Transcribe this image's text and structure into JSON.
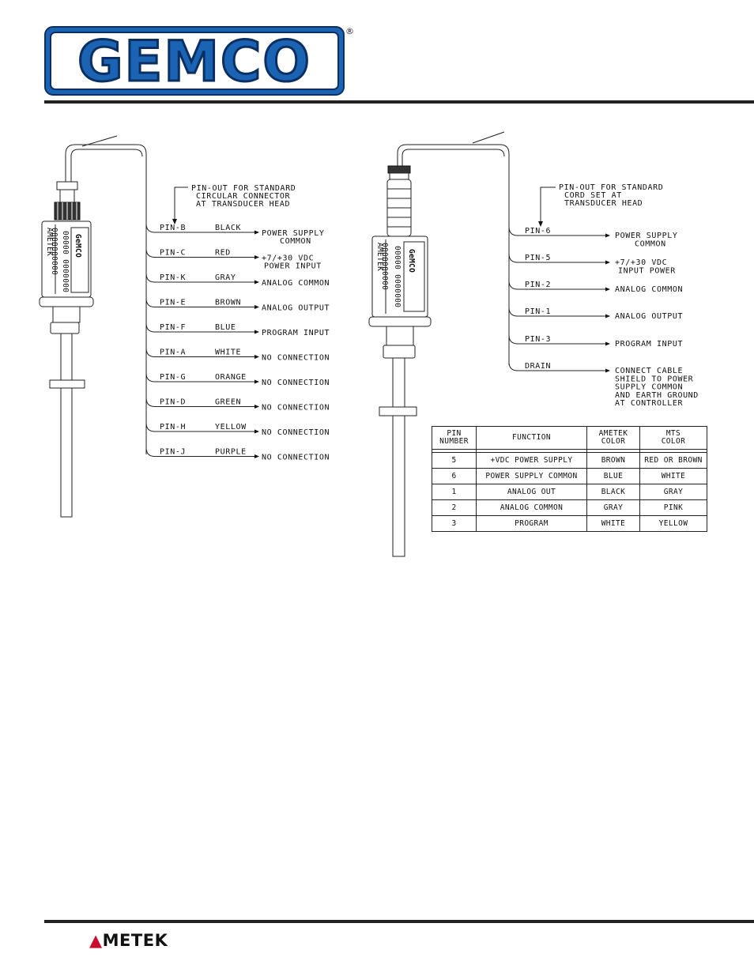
{
  "header": {
    "logo_text": "GEMCO",
    "registered_mark": "®"
  },
  "footer": {
    "brand": "METEK"
  },
  "left_diagram": {
    "title": [
      "PIN-OUT  FOR  STANDARD",
      "CIRCULAR  CONNECTOR",
      "AT  TRANSDUCER  HEAD"
    ],
    "rows": [
      {
        "pin": "PIN-B",
        "color": "BLACK",
        "function": [
          "POWER  SUPPLY",
          "COMMON"
        ]
      },
      {
        "pin": "PIN-C",
        "color": "RED",
        "function": [
          "+7/+30  VDC",
          "POWER  INPUT"
        ]
      },
      {
        "pin": "PIN-K",
        "color": "GRAY",
        "function": [
          "ANALOG  COMMON"
        ]
      },
      {
        "pin": "PIN-E",
        "color": "BROWN",
        "function": [
          "ANALOG  OUTPUT"
        ]
      },
      {
        "pin": "PIN-F",
        "color": "BLUE",
        "function": [
          "PROGRAM  INPUT"
        ]
      },
      {
        "pin": "PIN-A",
        "color": "WHITE",
        "function": [
          "NO  CONNECTION"
        ]
      },
      {
        "pin": "PIN-G",
        "color": "ORANGE",
        "function": [
          "NO  CONNECTION"
        ]
      },
      {
        "pin": "PIN-D",
        "color": "GREEN",
        "function": [
          "NO  CONNECTION"
        ]
      },
      {
        "pin": "PIN-H",
        "color": "YELLOW",
        "function": [
          "NO  CONNECTION"
        ]
      },
      {
        "pin": "PIN-J",
        "color": "PURPLE",
        "function": [
          "NO  CONNECTION"
        ]
      }
    ]
  },
  "right_diagram": {
    "title": [
      "PIN-OUT  FOR  STANDARD",
      "CORD  SET  AT",
      "TRANSDUCER  HEAD"
    ],
    "rows": [
      {
        "pin": "PIN-6",
        "function": [
          "POWER  SUPPLY",
          "COMMON"
        ]
      },
      {
        "pin": "PIN-5",
        "function": [
          "+7/+30  VDC",
          "INPUT  POWER"
        ]
      },
      {
        "pin": "PIN-2",
        "function": [
          "ANALOG  COMMON"
        ]
      },
      {
        "pin": "PIN-1",
        "function": [
          "ANALOG  OUTPUT"
        ]
      },
      {
        "pin": "PIN-3",
        "function": [
          "PROGRAM  INPUT"
        ]
      },
      {
        "pin": "DRAIN",
        "function": [
          "CONNECT  CABLE",
          "SHIELD  TO  POWER",
          "SUPPLY  COMMON",
          "AND  EARTH  GROUND",
          "AT  CONTROLLER"
        ]
      }
    ]
  },
  "pin_table": {
    "headers": [
      [
        "PIN",
        "NUMBER"
      ],
      [
        "FUNCTION"
      ],
      [
        "AMETEK",
        "COLOR"
      ],
      [
        "MTS",
        "COLOR"
      ]
    ],
    "rows": [
      [
        "5",
        "+VDC  POWER  SUPPLY",
        "BROWN",
        "RED  OR  BROWN"
      ],
      [
        "6",
        "POWER  SUPPLY  COMMON",
        "BLUE",
        "WHITE"
      ],
      [
        "1",
        "ANALOG  OUT",
        "BLACK",
        "GRAY"
      ],
      [
        "2",
        "ANALOG  COMMON",
        "GRAY",
        "PINK"
      ],
      [
        "3",
        "PROGRAM",
        "WHITE",
        "YELLOW"
      ]
    ]
  },
  "colors": {
    "logo_blue": "#1b64b3",
    "logo_dark": "#0c2f63",
    "ametek_red": "#c8102e"
  }
}
